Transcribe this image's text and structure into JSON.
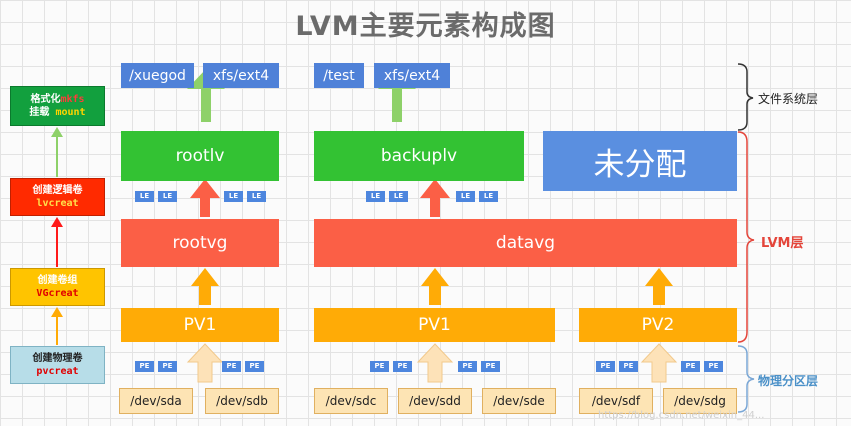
{
  "title": "LVM主要元素构成图",
  "left_steps": [
    {
      "line1": "格式化",
      "line1b": "mkfs",
      "line2": "挂载 ",
      "line2b": "mount"
    },
    {
      "line1": "创建逻辑卷",
      "line2": "lvcreat"
    },
    {
      "line1": "创建卷组",
      "line2": "VGcreat"
    },
    {
      "line1": "创建物理卷",
      "line2": "pvcreat"
    }
  ],
  "filesystems": [
    {
      "mount": "/xuegod",
      "fs": "xfs/ext4"
    },
    {
      "mount": "/test",
      "fs": "xfs/ext4"
    }
  ],
  "logical_volumes": [
    "rootlv",
    "backuplv"
  ],
  "unallocated": "未分配",
  "le_label": "LE",
  "pe_label": "PE",
  "volume_groups": [
    "rootvg",
    "datavg"
  ],
  "physical_volumes": [
    "PV1",
    "PV1",
    "PV2"
  ],
  "devices": [
    "/dev/sda",
    "/dev/sdb",
    "/dev/sdc",
    "/dev/sdd",
    "/dev/sde",
    "/dev/sdf",
    "/dev/sdg"
  ],
  "layers": {
    "fs": "文件系统层",
    "lvm": "LVM层",
    "physical": "物理分区层"
  },
  "watermark": "https://blog.csdn.net/weixin_44...",
  "colors": {
    "blue": "#4f81d8",
    "green": "#33c233",
    "red": "#fb5f46",
    "orange": "#ffab06",
    "dev_fill": "#fde4b4",
    "arrow_green": "#8ed169",
    "arrow_red": "#fb5f46",
    "arrow_orange": "#ffab06",
    "arrow_cream": "#fde2b8",
    "bracket_red": "#e4453a",
    "bracket_blue": "#7aa7d6"
  }
}
